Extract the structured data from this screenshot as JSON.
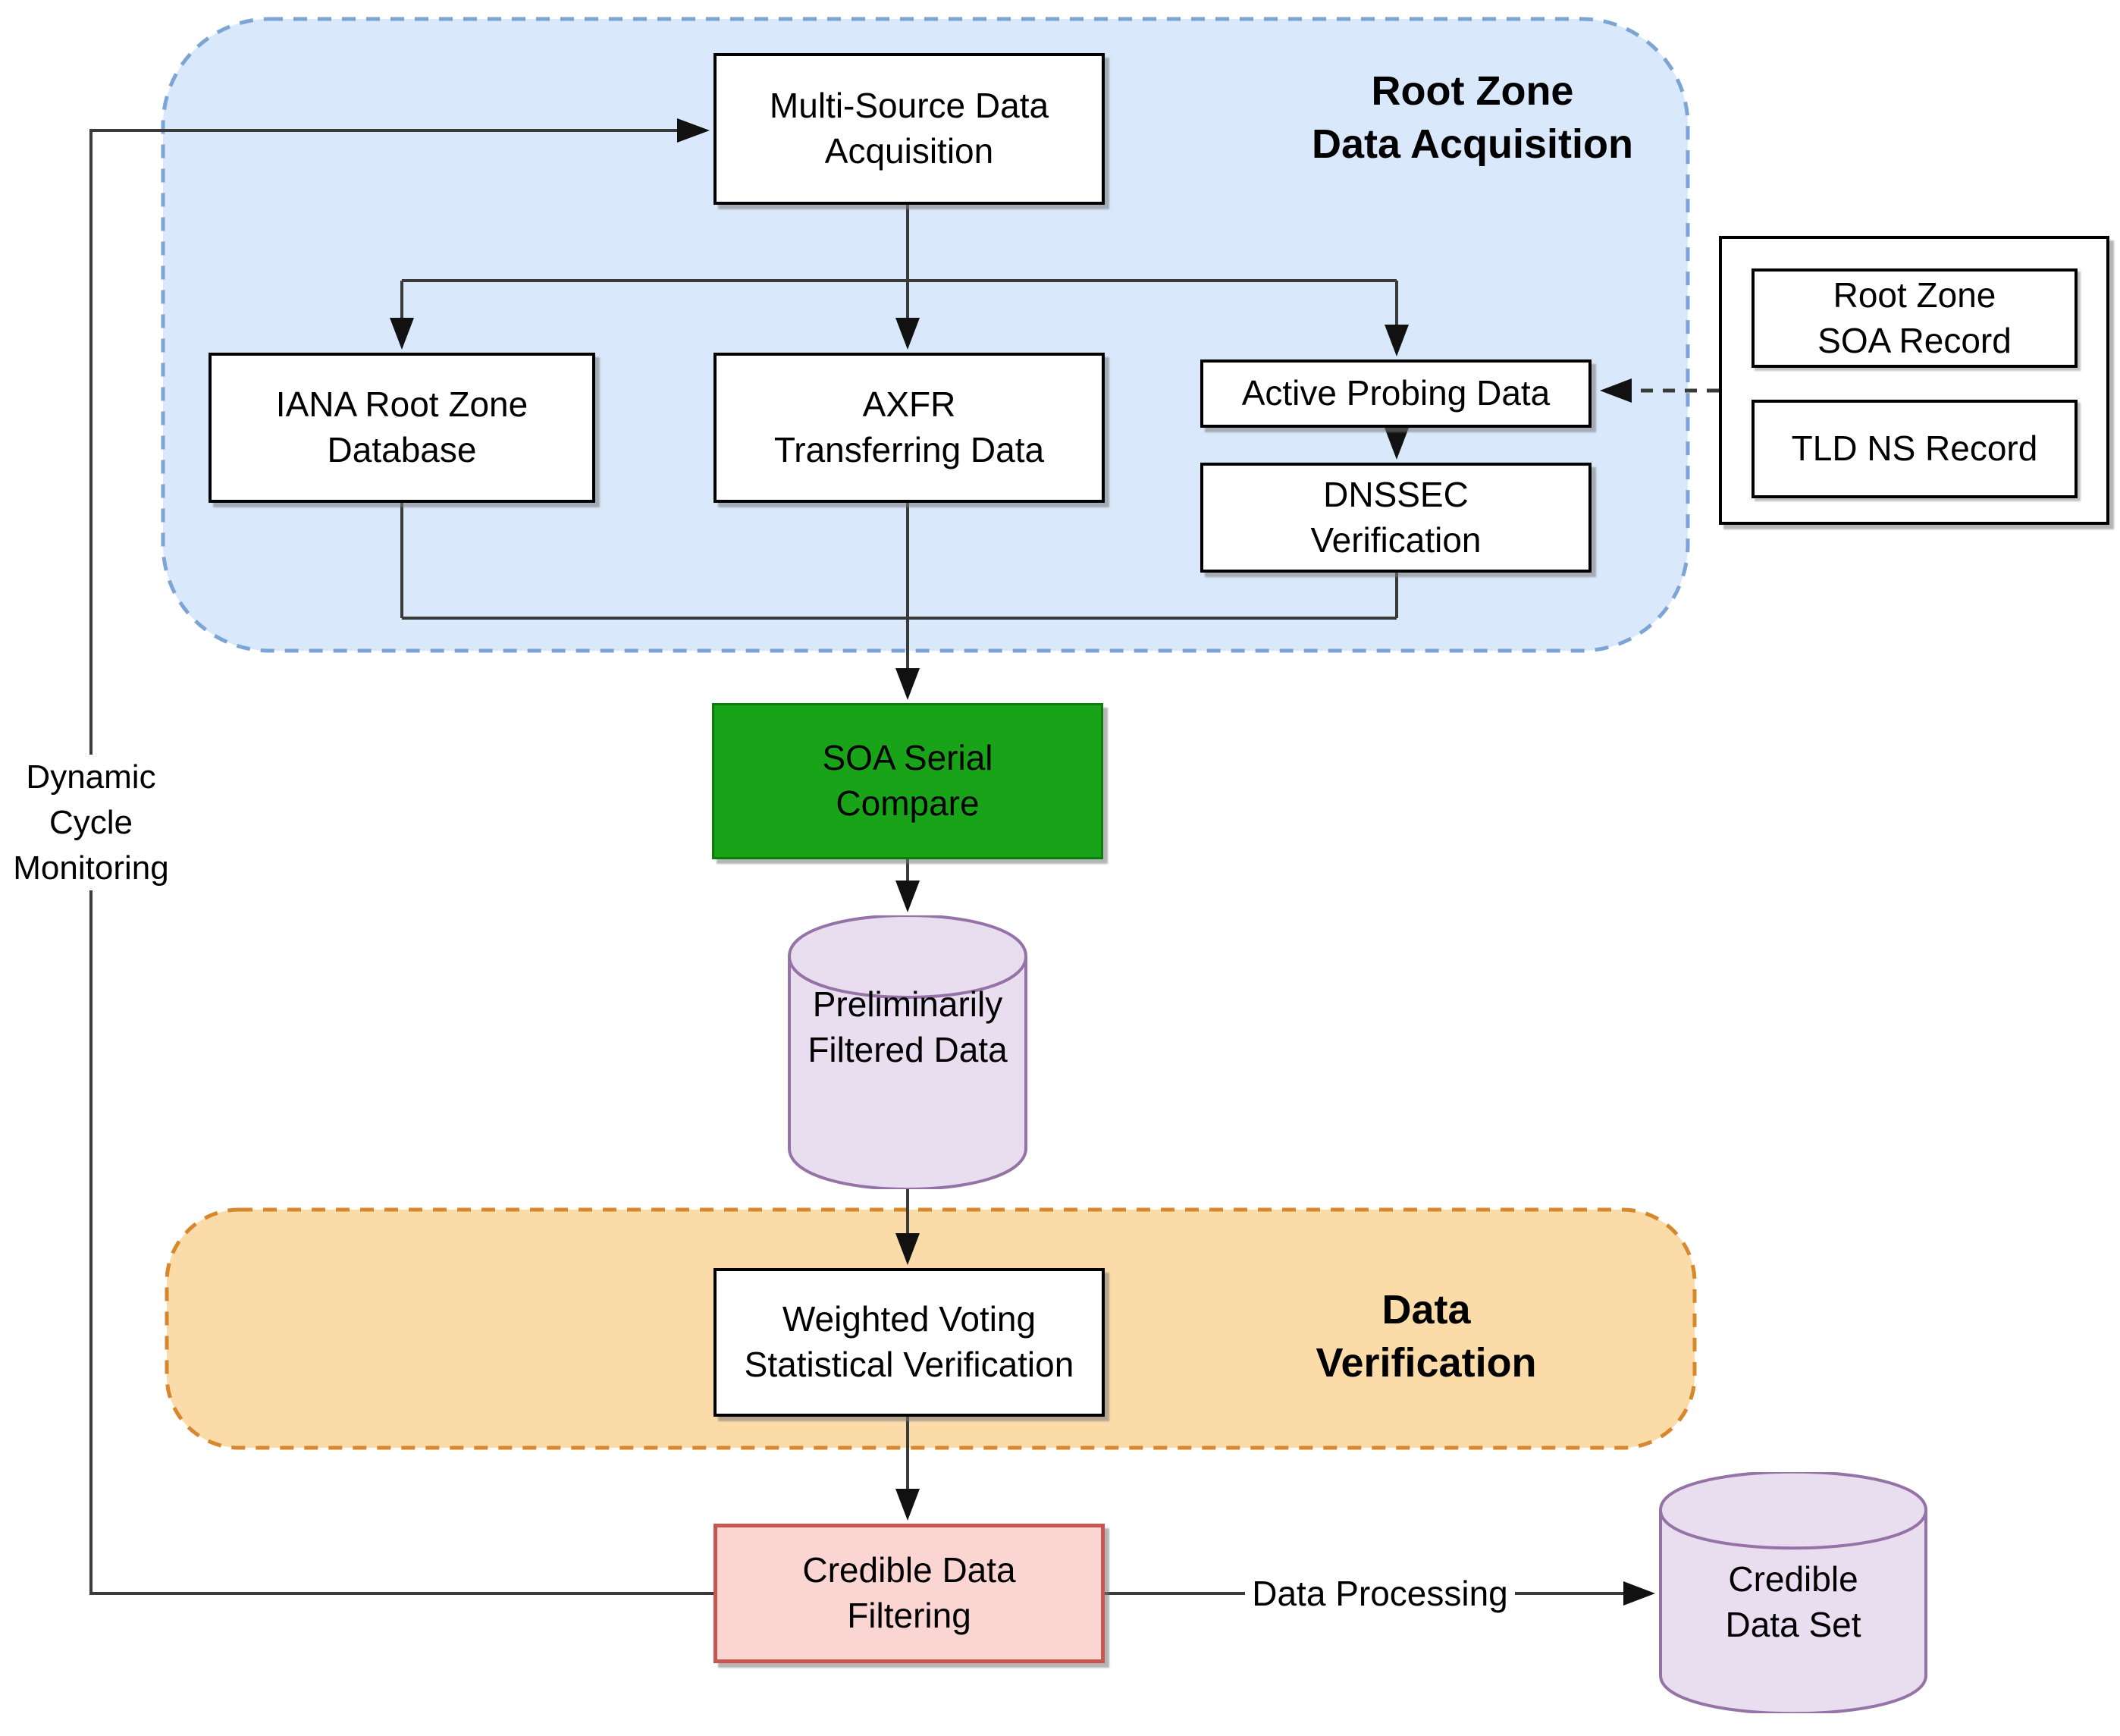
{
  "colors": {
    "canvas_bg": "#FFFFFF",
    "acq_fill": "#D9E8FB",
    "acq_stroke": "#7CA5D6",
    "ver_fill": "#FBDBA7",
    "ver_stroke": "#D7882D",
    "green_fill": "#18A318",
    "green_stroke": "#0A7E0A",
    "pink_fill": "#FAD5D2",
    "pink_stroke": "#C9564E",
    "cyl_fill": "#E9DEF0",
    "cyl_stroke": "#9673A6",
    "box_fill": "#FFFFFF",
    "box_stroke": "#000000",
    "line": "#3A3A3A",
    "arrow": "#111111"
  },
  "regions": {
    "acquisition": {
      "title": [
        "Root Zone",
        "Data Acquisition"
      ]
    },
    "verification": {
      "title": [
        "Data",
        "Verification"
      ]
    }
  },
  "nodes": {
    "multi_source": [
      "Multi-Source Data",
      "Acquisition"
    ],
    "iana": [
      "IANA Root Zone",
      "Database"
    ],
    "axfr": [
      "AXFR",
      "Transferring Data"
    ],
    "active_probing": [
      "Active Probing Data"
    ],
    "dnssec": [
      "DNSSEC",
      "Verification"
    ],
    "root_zone_soa": [
      "Root Zone",
      "SOA Record"
    ],
    "tld_ns": [
      "TLD NS Record"
    ],
    "soa_serial": [
      "SOA Serial",
      "Compare"
    ],
    "prelim_filtered": [
      "Preliminarily",
      "Filtered Data"
    ],
    "weighted_voting": [
      "Weighted Voting",
      "Statistical Verification"
    ],
    "credible_filtering": [
      "Credible Data",
      "Filtering"
    ],
    "credible_set": [
      "Credible",
      "Data Set"
    ]
  },
  "edges": {
    "dynamic_cycle": [
      "Dynamic",
      "Cycle",
      "Monitoring"
    ],
    "data_processing": "Data Processing"
  }
}
